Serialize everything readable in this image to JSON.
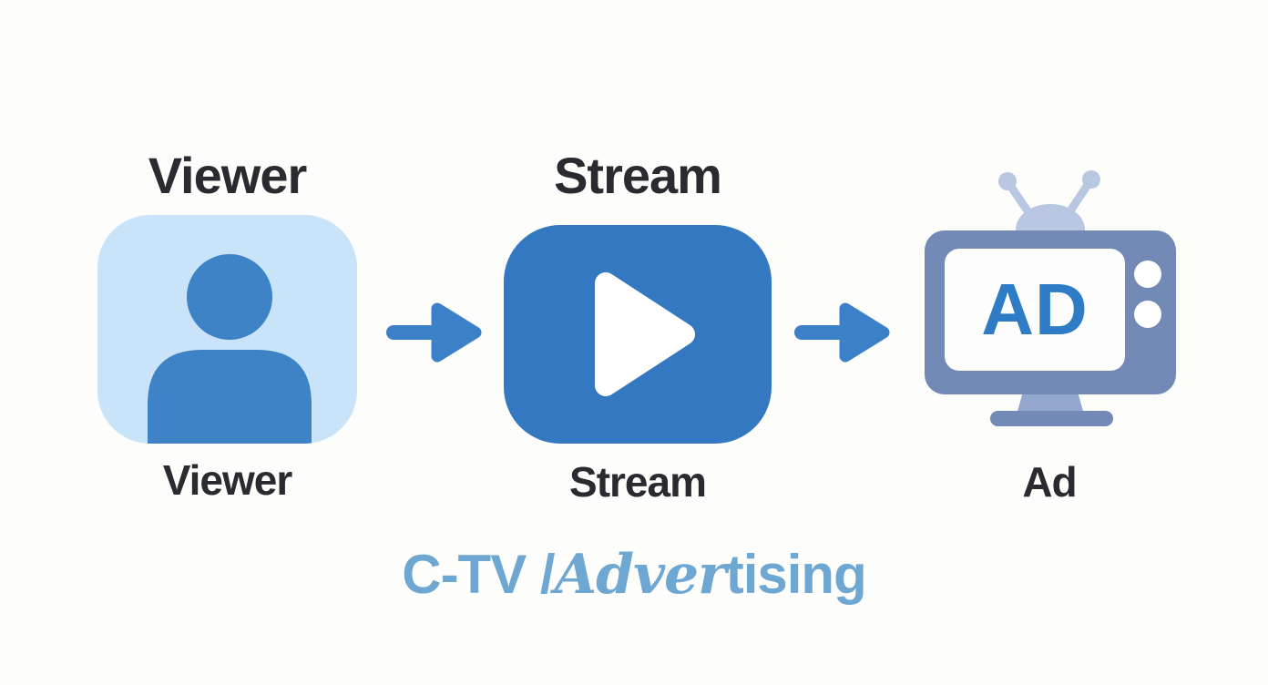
{
  "nodes": {
    "viewer": {
      "title": "Viewer",
      "label": "Viewer",
      "icon": "user-icon"
    },
    "stream": {
      "title": "Stream",
      "label": "Stream",
      "icon": "play-icon"
    },
    "ad": {
      "label": "Ad",
      "icon": "tv-icon",
      "screen_text": "AD"
    }
  },
  "arrows": {
    "count": 2,
    "direction": "right"
  },
  "caption": {
    "part1": "C-TV /",
    "part2": "Adver",
    "part3": "tising"
  },
  "colors": {
    "background": "#fdfdfb",
    "label_text": "#2a2a31",
    "viewer_box": "#c9e3f8",
    "viewer_person": "#3d83c6",
    "stream_box": "#3478c2",
    "play_triangle": "#ffffff",
    "arrow": "#3c81c8",
    "tv_body": "#7389b6",
    "tv_antenna": "#b9c7e3",
    "tv_stand_neck": "#94a7ce",
    "tv_screen": "#fdfdfd",
    "ad_text": "#2e7cc5",
    "caption_text": "#6fa7d3"
  }
}
